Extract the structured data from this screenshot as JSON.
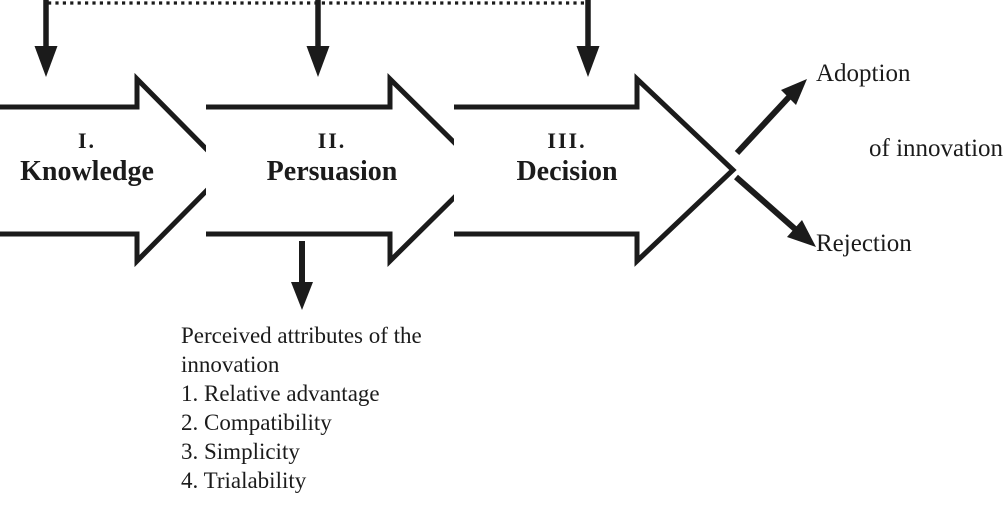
{
  "diagram": {
    "title_semantic": "Innovation-decision process",
    "stages": [
      {
        "numeral": "I.",
        "label": "Knowledge"
      },
      {
        "numeral": "II.",
        "label": "Persuasion"
      },
      {
        "numeral": "III.",
        "label": "Decision"
      }
    ],
    "outcomes": {
      "positive": "Adoption",
      "object": "of innovation",
      "negative": "Rejection"
    },
    "note": {
      "lines": [
        "Perceived attributes of the",
        "innovation",
        "1. Relative advantage",
        "2. Compatibility",
        "3. Simplicity",
        "4. Trialability"
      ]
    },
    "colors": {
      "ink": "#1b1b1b",
      "background": "#ffffff"
    }
  }
}
